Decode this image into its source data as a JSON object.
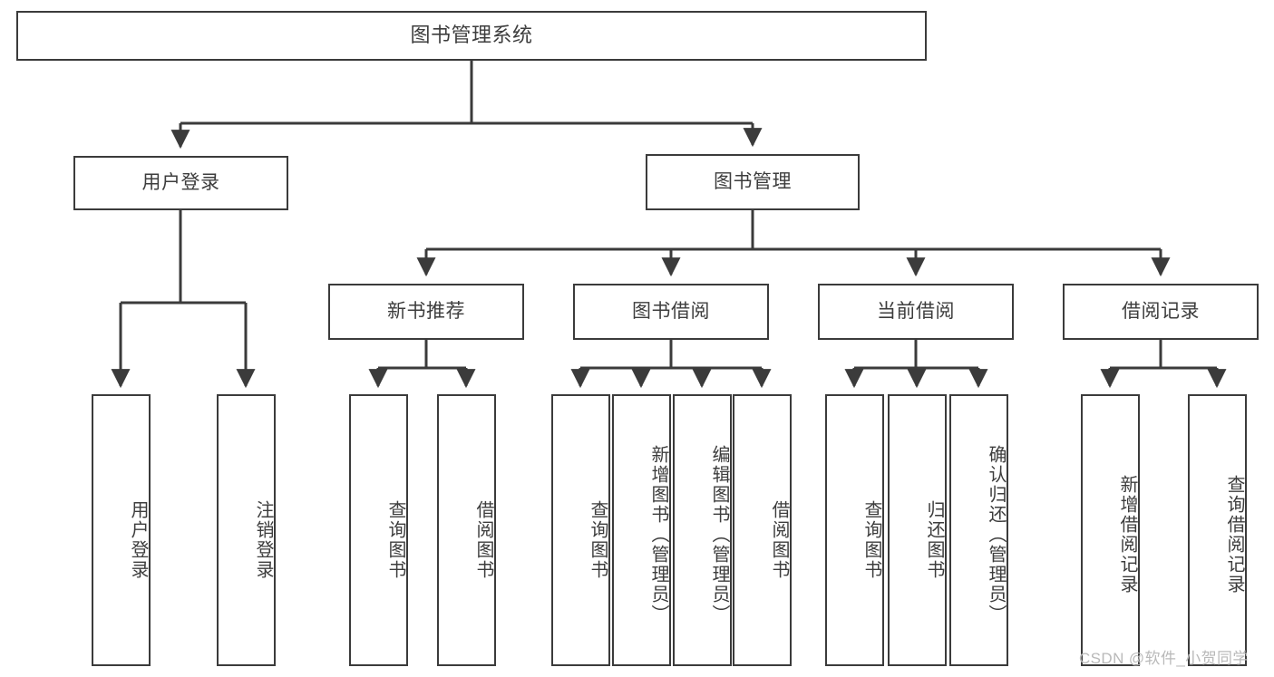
{
  "diagram": {
    "title_node": {
      "label": "图书管理系统"
    },
    "level1": [
      {
        "id": "user-login",
        "label": "用户登录"
      },
      {
        "id": "book-management",
        "label": "图书管理"
      }
    ],
    "level2": [
      {
        "id": "new-book-recommend",
        "label": "新书推荐",
        "parent": "book-management"
      },
      {
        "id": "book-borrow",
        "label": "图书借阅",
        "parent": "book-management"
      },
      {
        "id": "current-borrow",
        "label": "当前借阅",
        "parent": "book-management"
      },
      {
        "id": "borrow-record",
        "label": "借阅记录",
        "parent": "book-management"
      }
    ],
    "leaves": {
      "user_login": [
        {
          "id": "leaf-user-login",
          "label": "用户登录"
        },
        {
          "id": "leaf-user-logout",
          "label": "注销登录"
        }
      ],
      "new_book_recommend": [
        {
          "id": "leaf-query-book-1",
          "label": "查询图书"
        },
        {
          "id": "leaf-borrow-book-1",
          "label": "借阅图书"
        }
      ],
      "book_borrow": [
        {
          "id": "leaf-query-book-2",
          "label": "查询图书"
        },
        {
          "id": "leaf-add-book",
          "label": "新增图书（管理员）"
        },
        {
          "id": "leaf-edit-book",
          "label": "编辑图书（管理员）"
        },
        {
          "id": "leaf-borrow-book-2",
          "label": "借阅图书"
        }
      ],
      "current_borrow": [
        {
          "id": "leaf-query-book-3",
          "label": "查询图书"
        },
        {
          "id": "leaf-return-book",
          "label": "归还图书"
        },
        {
          "id": "leaf-confirm-return",
          "label": "确认归还（管理员）"
        }
      ],
      "borrow_record": [
        {
          "id": "leaf-add-record",
          "label": "新增借阅记录"
        },
        {
          "id": "leaf-query-record",
          "label": "查询借阅记录"
        }
      ]
    }
  },
  "watermark": {
    "text": "CSDN @软件_小贺同学"
  },
  "colors": {
    "border": "#3b3b3b",
    "text": "#3d3d3d",
    "background": "#ffffff",
    "watermark": "#b9b9b9"
  }
}
